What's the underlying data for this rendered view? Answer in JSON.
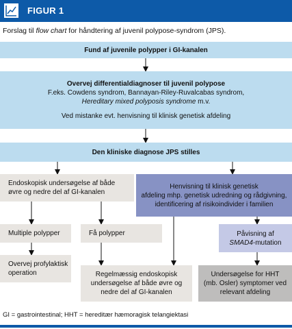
{
  "header": {
    "title": "FIGUR 1",
    "icon": "line-chart-icon"
  },
  "caption": {
    "prefix": "Forslag til ",
    "italic": "flow chart",
    "suffix": " for håndtering af juvenil polypose-syndrom (JPS)."
  },
  "nodes": {
    "finding": "Fund af juvenile polypper i GI-kanalen",
    "differential_title": "Overvej differentialdiagnoser til juvenil polypose",
    "differential_line1": "F.eks. Cowdens syndrom, Bannayan-Riley-Ruvalcabas syndrom,",
    "differential_line2_italic": "Hereditary mixed polyposis syndrome",
    "differential_line2_suffix": " m.v.",
    "differential_line3": "Ved mistanke evt. henvisning til klinisk genetisk afdeling",
    "diagnosis": "Den kliniske diagnose JPS stilles",
    "endoscopy_line1": "Endoskopisk undersøgelse af både",
    "endoscopy_line2": "øvre og nedre del af GI-kanalen",
    "referral_line1": "Henvisning til klinisk genetisk",
    "referral_line2": "afdeling mhp. genetisk udredning og rådgivning,",
    "referral_line3": "identificering af risikoindivider i familien",
    "multiple": "Multiple polypper",
    "few": "Få polypper",
    "smad4_line1": "Påvisning af",
    "smad4_italic": "SMAD4",
    "smad4_suffix": "-mutation",
    "prophylactic_line1": "Overvej profylaktisk",
    "prophylactic_line2": "operation",
    "regular_line1": "Regelmæssig endoskopisk",
    "regular_line2": "undersøgelse af både øvre og",
    "regular_line3": "nedre del af GI-kanalen",
    "hht_line1": "Undersøgelse for HHT",
    "hht_line2": "(mb. Osler) symptomer ved",
    "hht_line3": "relevant afdeling"
  },
  "footnote": "GI = gastrointestinal;   HHT = hereditær hæmoragisk telangiektasi",
  "colors": {
    "header": "#0d5aa8",
    "blue_box": "#bcdcef",
    "gray_box": "#e8e5e1",
    "purple_box": "#8792c4",
    "lilac_box": "#c4c9e6",
    "dark_gray_box": "#bebdbc"
  }
}
